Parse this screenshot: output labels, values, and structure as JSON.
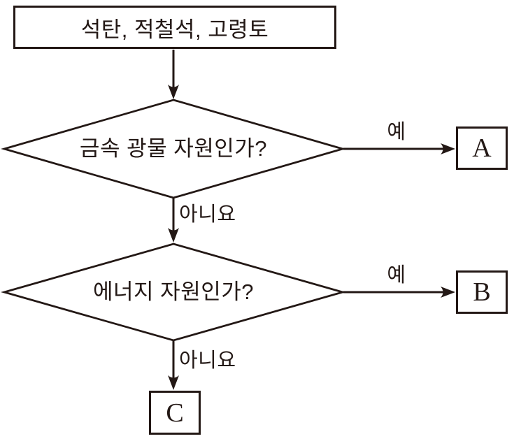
{
  "colors": {
    "ink": "#231815",
    "paper": "#ffffff"
  },
  "flowchart": {
    "start_box": {
      "label": "석탄, 적철석, 고령토"
    },
    "decision1": {
      "question": "금속 광물 자원인가?",
      "yes_label": "예",
      "no_label": "아니요"
    },
    "decision2": {
      "question": "에너지 자원인가?",
      "yes_label": "예",
      "no_label": "아니요"
    },
    "result_a": {
      "label": "A"
    },
    "result_b": {
      "label": "B"
    },
    "result_c": {
      "label": "C"
    }
  }
}
